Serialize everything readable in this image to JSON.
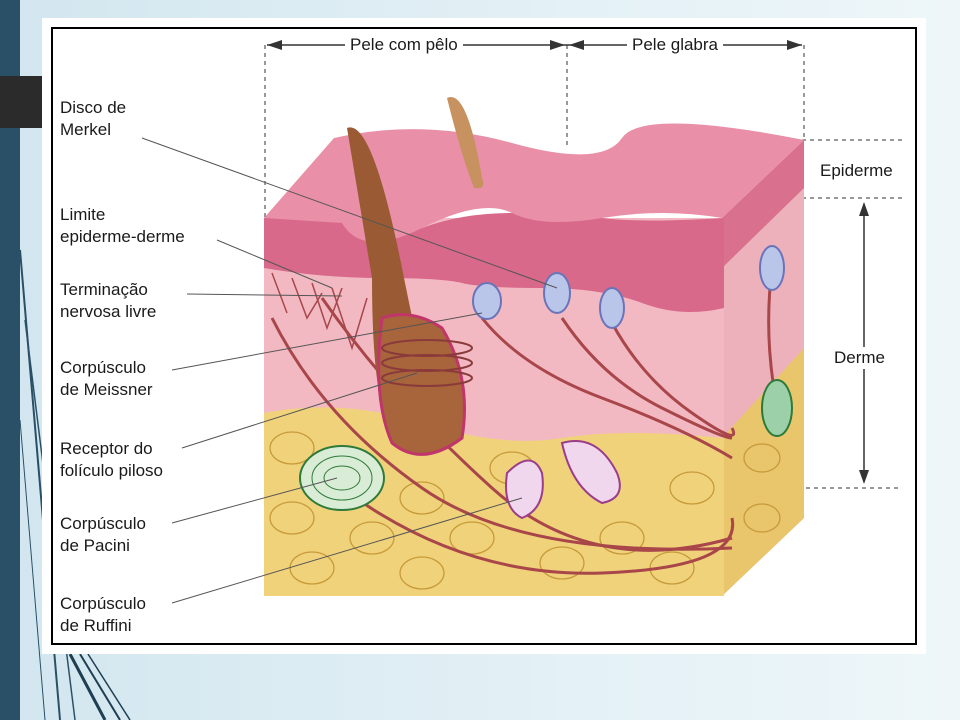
{
  "diagram": {
    "top_labels": {
      "hairy_skin": "Pele com pêlo",
      "glabrous_skin": "Pele glabra"
    },
    "layer_labels": {
      "epidermis": "Epiderme",
      "dermis": "Derme"
    },
    "callouts": [
      {
        "text": "Disco de\nMerkel"
      },
      {
        "text": "Limite\nepiderme-derme"
      },
      {
        "text": "Terminação\nnervosa livre"
      },
      {
        "text": "Corpúsculo\nde Meissner"
      },
      {
        "text": "Receptor do\nfolículo piloso"
      },
      {
        "text": "Corpúsculo\nde Pacini"
      },
      {
        "text": "Corpúsculo\nde Ruffini"
      }
    ]
  },
  "colors": {
    "slide_accent": "#2a5068",
    "epidermis": "#d96f8e",
    "dermis": "#f2b5c0",
    "fat": "#efd27a",
    "hair": "#9a5a34",
    "nerve": "#a8464a"
  }
}
